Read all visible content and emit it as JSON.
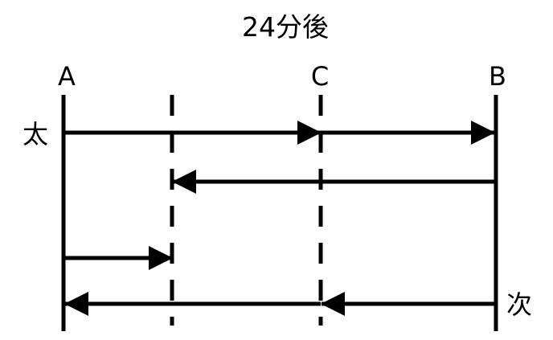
{
  "diagram": {
    "title": "24分後",
    "points": {
      "a": "A",
      "c": "C",
      "b": "B"
    },
    "persons": {
      "taro": "太",
      "jiro": "次"
    },
    "colors": {
      "ink": "#000000",
      "background": "#ffffff"
    }
  }
}
